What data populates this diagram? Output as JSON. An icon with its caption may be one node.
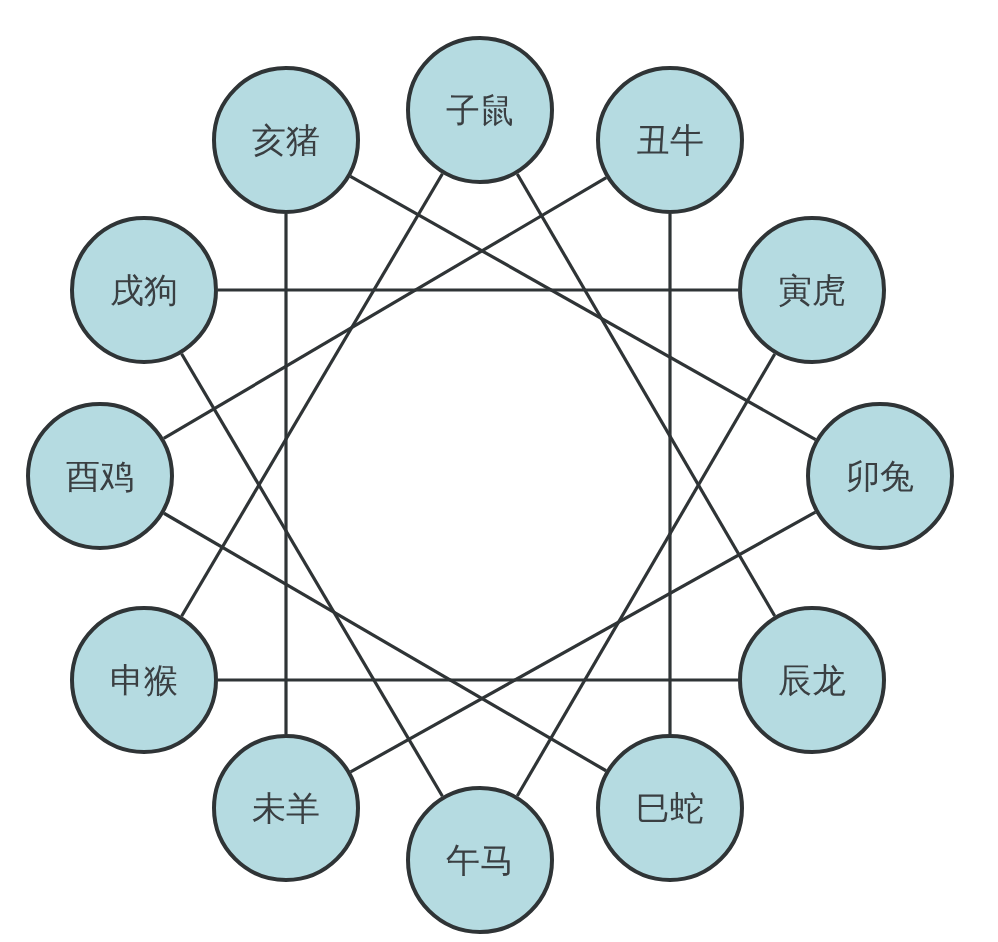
{
  "diagram": {
    "nodes": [
      {
        "text": [
          "子鼠"
        ]
      },
      {
        "text": [
          "亥猪"
        ]
      },
      {
        "text": [
          "丑牛"
        ]
      },
      {
        "text": [
          "戌狗"
        ]
      },
      {
        "text": [
          "寅虎"
        ]
      },
      {
        "text": [
          "酉鸡"
        ]
      },
      {
        "text": [
          "卯兔"
        ]
      },
      {
        "text": [
          "申猴"
        ]
      },
      {
        "text": [
          "辰龙"
        ]
      },
      {
        "text": [
          "未羊"
        ]
      },
      {
        "text": [
          "巳蛇"
        ]
      },
      {
        "text": [
          "午马"
        ]
      }
    ],
    "edges": [
      {
        "from": 0,
        "to": 7,
        "arrow": "none"
      },
      {
        "from": 0,
        "to": 8,
        "arrow": "none"
      },
      {
        "from": 7,
        "to": 8,
        "arrow": "none"
      },
      {
        "from": 2,
        "to": 5,
        "arrow": "none"
      },
      {
        "from": 2,
        "to": 10,
        "arrow": "none"
      },
      {
        "from": 5,
        "to": 10,
        "arrow": "none"
      },
      {
        "from": 1,
        "to": 9,
        "arrow": "none"
      },
      {
        "from": 1,
        "to": 6,
        "arrow": "none"
      },
      {
        "from": 6,
        "to": 9,
        "arrow": "none"
      },
      {
        "from": 3,
        "to": 4,
        "arrow": "none"
      },
      {
        "from": 3,
        "to": 11,
        "arrow": "none"
      },
      {
        "from": 4,
        "to": 11,
        "arrow": "none"
      }
    ]
  }
}
